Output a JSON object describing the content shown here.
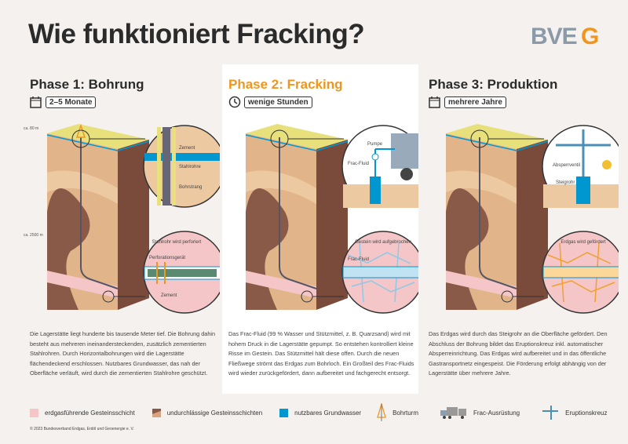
{
  "header": {
    "title": "Wie funktioniert Fracking?",
    "logo": "BVEG"
  },
  "colors": {
    "accent": "#f0961e",
    "gas_layer": "#f4c6c8",
    "rock_dark": "#8a5a48",
    "rock_light": "#e2b48a",
    "water": "#0097d1",
    "surface": "#e8e07a"
  },
  "phases": [
    {
      "title": "Phase 1: Bohrung",
      "duration_icon": "calendar-icon",
      "duration": "2–5 Monate",
      "depth_labels": [
        "ca. 80 m",
        "ca. 2500 m"
      ],
      "labels": {
        "zement": "Zement",
        "stahlrohre": "Stahlrohre",
        "bohrstrang": "Bohrstrang",
        "perforiert": "Stahlrohr wird perforiert",
        "geraet": "Perforationsgerät",
        "zement2": "Zement"
      },
      "text": "Die Lagerstätte liegt hunderte bis tausende Meter tief. Die Bohrung dahin besteht aus mehreren ineinandersteckenden, zusätzlich zementierten Stahlrohren. Durch Horizontalbohrungen wird die Lagerstätte flächendeckend erschlossen. Nutzbares Grundwasser, das nah der Oberfläche verläuft, wird durch die zementierten Stahlrohre geschützt."
    },
    {
      "title": "Phase 2: Fracking",
      "duration_icon": "clock-icon",
      "duration": "wenige Stunden",
      "labels": {
        "pumpe": "Pumpe",
        "fluid": "Frac-Fluid",
        "gestein": "Gestein wird aufgebrochen",
        "fluid2": "Frac-Fluid"
      },
      "text": "Das Frac-Fluid (99 % Wasser und Stützmittel, z. B. Quarzsand) wird mit hohem Druck in die Lagerstätte gepumpt. So entstehen kontrolliert kleine Risse im Gestein. Das Stützmittel hält diese offen. Durch die neuen Fließwege strömt das Erdgas zum Bohrloch. Ein Großteil des Frac-Fluids wird wieder zurückgefördert, dann aufbereitet und fachgerecht entsorgt."
    },
    {
      "title": "Phase 3: Produktion",
      "duration_icon": "calendar-icon",
      "duration": "mehrere Jahre",
      "labels": {
        "ventil": "Absperrventil",
        "steigrohr": "Steigrohr",
        "erdgas": "Erdgas wird gefördert"
      },
      "text": "Das Erdgas wird durch das Steigrohr an die Oberfläche gefördert. Den Abschluss der Bohrung bildet das Eruptionskreuz inkl. automatischer Absperreinrichtung. Das Erdgas wird aufbereitet und in das öffentliche Gastransportnetz eingespeist. Die Förderung erfolgt abhängig von der Lagerstätte über mehrere Jahre."
    }
  ],
  "legend": [
    {
      "label": "erdgasführende Gesteinsschicht",
      "color": "#f4c6c8"
    },
    {
      "label": "undurchlässige Gesteinsschichten",
      "color": "#d8a47f"
    },
    {
      "label": "nutzbares Grundwasser",
      "color": "#0097d1"
    },
    {
      "label": "Bohrturm",
      "icon": "derrick-icon"
    },
    {
      "label": "Frac-Ausrüstung",
      "icon": "truck-icon"
    },
    {
      "label": "Eruptionskreuz",
      "icon": "wellhead-cross-icon"
    }
  ],
  "footer": {
    "copyright": "© 2023 Bundesverband Erdgas, Erdöl und Geoenergie e. V."
  }
}
